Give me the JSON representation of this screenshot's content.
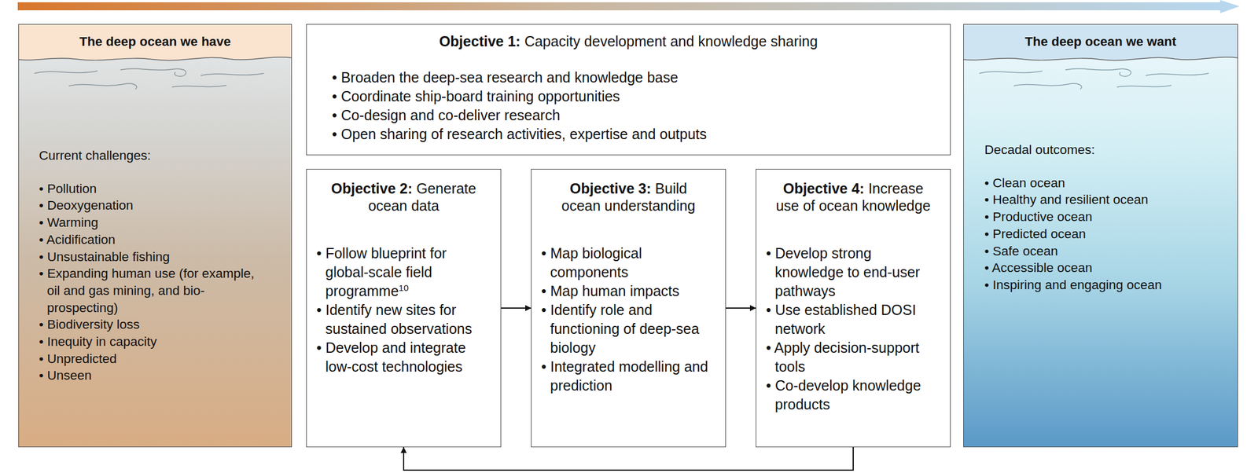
{
  "diagram": {
    "nodes": [
      {
        "text": [
          "The deep ocean we have",
          "Current challenges:",
          "• Pollution",
          "• Deoxygenation",
          "• Warming",
          "• Acidification",
          "• Unsustainable fishing",
          "• Expanding human use (for example, oil and gas mining, and bio-prospecting)",
          "• Biodiversity loss",
          "• Inequity in capacity",
          "• Unpredicted",
          "• Unseen"
        ]
      },
      {
        "text": [
          "Objective 1:",
          "Capacity development and knowledge sharing",
          "• Broaden the deep-sea research and knowledge base",
          "• Coordinate ship-board training opportunities",
          "• Co-design and co-deliver research",
          "• Open sharing of research activities, expertise and outputs"
        ]
      },
      {
        "text": [
          "Objective 2:",
          "Generate ocean data",
          "• Follow blueprint for global-scale field programme",
          "• Identify new sites for sustained observations",
          "• Develop and integrate low-cost technologies"
        ]
      },
      {
        "text": [
          "Objective 3:",
          "Build ocean understanding",
          "• Map biological components",
          "• Map human impacts",
          "• Identify role and functioning of deep-sea biology",
          "• Integrated modelling and prediction"
        ]
      },
      {
        "text": [
          "Objective 4:",
          "Increase use of ocean knowledge",
          "• Develop strong knowledge to end-user pathways",
          "• Use established DOSI network",
          "• Apply decision-support tools",
          "• Co-develop knowledge products"
        ]
      },
      {
        "text": [
          "The deep ocean we want",
          "Decadal outcomes:",
          "• Clean ocean",
          "• Healthy and resilient ocean",
          "• Productive ocean",
          "• Predicted ocean",
          "• Safe ocean",
          "• Accessible ocean",
          "• Inspiring and engaging ocean"
        ]
      }
    ],
    "edges": [
      {
        "from": 2,
        "to": 3,
        "arrow": "to"
      },
      {
        "from": 3,
        "to": 4,
        "arrow": "to"
      },
      {
        "from": 4,
        "to": 2,
        "arrow": "to"
      }
    ],
    "labels": [
      "10"
    ]
  }
}
